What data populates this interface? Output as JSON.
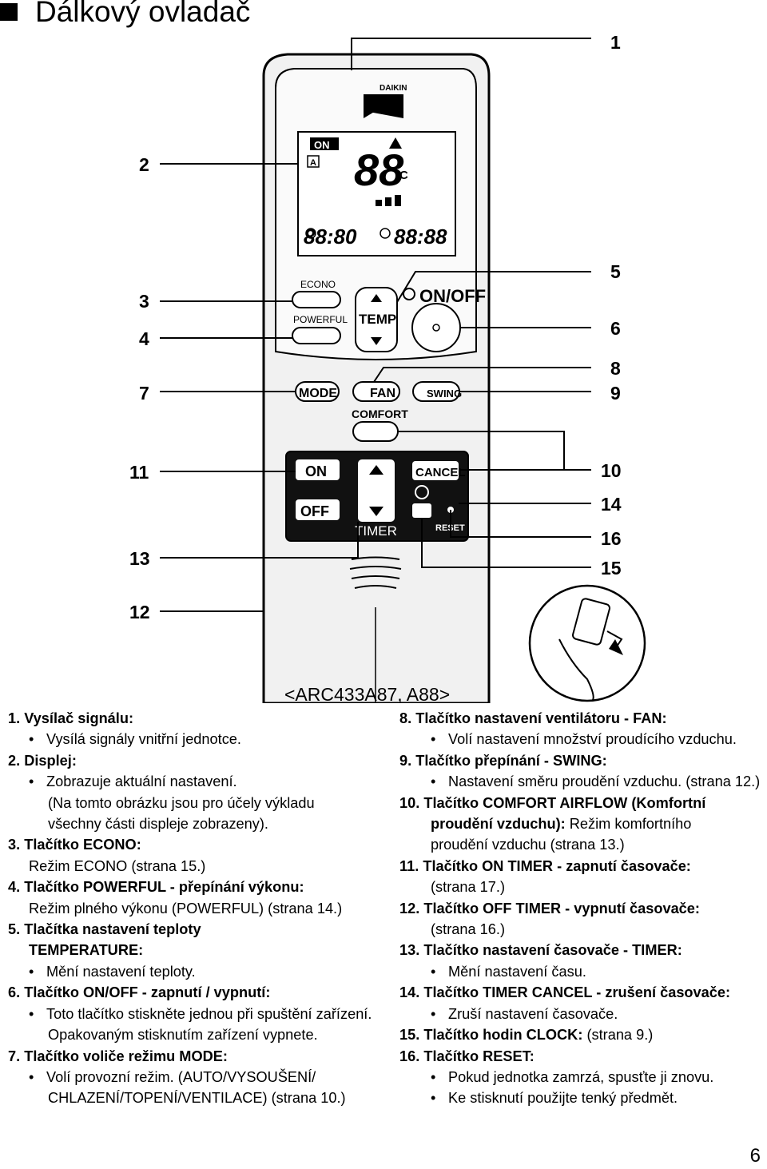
{
  "title": "Dálkový ovladač",
  "model": "<ARC433A87, A88>",
  "page_number": "6",
  "callouts": [
    "1",
    "2",
    "3",
    "4",
    "5",
    "6",
    "7",
    "8",
    "9",
    "10",
    "11",
    "12",
    "13",
    "14",
    "15",
    "16"
  ],
  "remote": {
    "brand": "DAIKIN",
    "display": {
      "on_label": "ON",
      "temp_digits": "88",
      "unit": "°C",
      "mode_a": "A",
      "timer_digits_left": "88:80",
      "timer_digits_right": "88:88"
    },
    "buttons": {
      "econo": "ECONO",
      "powerful": "POWERFUL",
      "temp": "TEMP",
      "on_off": "ON/OFF",
      "mode": "MODE",
      "fan": "FAN",
      "swing": "SWING",
      "comfort": "COMFORT",
      "timer_on": "ON",
      "timer_off": "OFF",
      "cancel": "CANCEL",
      "timer": "TIMER",
      "reset": "RESET"
    }
  },
  "left_items": [
    {
      "heading": "1. Vysílač signálu:",
      "lines": [
        {
          "bullet": true,
          "text": "Vysílá signály vnitřní jednotce."
        }
      ]
    },
    {
      "heading": "2. Displej:",
      "lines": [
        {
          "bullet": true,
          "text": "Zobrazuje aktuální nastavení."
        },
        {
          "bullet": false,
          "text": "(Na tomto obrázku jsou pro účely výkladu"
        },
        {
          "bullet": false,
          "text": "všechny části displeje zobrazeny)."
        }
      ]
    },
    {
      "heading": "3. Tlačítko ECONO:",
      "lines": [
        {
          "bullet": false,
          "text": "Režim ECONO (strana 15.)",
          "flush": true
        }
      ]
    },
    {
      "heading": "4. Tlačítko POWERFUL - přepínání výkonu:",
      "lines": [
        {
          "bullet": false,
          "text": "Režim plného výkonu (POWERFUL) (strana 14.)",
          "flush": true
        }
      ]
    },
    {
      "heading": "5. Tlačítka nastavení teploty",
      "lines": [
        {
          "bullet": false,
          "text": "TEMPERATURE:",
          "flush": true,
          "bold": true
        },
        {
          "bullet": true,
          "text": "Mění nastavení teploty."
        }
      ]
    },
    {
      "heading": "6. Tlačítko ON/OFF - zapnutí / vypnutí:",
      "lines": [
        {
          "bullet": true,
          "text": "Toto tlačítko stiskněte jednou při spuštění zařízení."
        },
        {
          "bullet": false,
          "text": "Opakovaným stisknutím zařízení vypnete."
        }
      ]
    },
    {
      "heading": "7. Tlačítko voliče režimu MODE:",
      "lines": [
        {
          "bullet": true,
          "text": "Volí provozní režim. (AUTO/VYSOUŠENÍ/"
        },
        {
          "bullet": false,
          "text": "CHLAZENÍ/TOPENÍ/VENTILACE) (strana 10.)"
        }
      ]
    }
  ],
  "right_items": [
    {
      "heading": "8. Tlačítko nastavení ventilátoru - FAN:",
      "lines": [
        {
          "bullet": true,
          "text": "Volí nastavení množství proudícího vzduchu."
        }
      ]
    },
    {
      "heading": "9. Tlačítko přepínání - SWING:",
      "lines": [
        {
          "bullet": true,
          "text": "Nastavení směru proudění vzduchu. (strana 12.)"
        }
      ]
    },
    {
      "heading": "10. Tlačítko COMFORT AIRFLOW (Komfortní",
      "lines": [
        {
          "bullet": false,
          "text": "proudění vzduchu): Režim komfortního",
          "bold_prefix": "proudění vzduchu):"
        },
        {
          "bullet": false,
          "text": "proudění vzduchu (strana 13.)"
        }
      ]
    },
    {
      "heading": "11. Tlačítko ON TIMER - zapnutí časovače:",
      "lines": [
        {
          "bullet": false,
          "text": "(strana 17.)"
        }
      ]
    },
    {
      "heading": "12. Tlačítko OFF TIMER - vypnutí časovače:",
      "lines": [
        {
          "bullet": false,
          "text": "(strana 16.)"
        }
      ]
    },
    {
      "heading": "13. Tlačítko nastavení časovače - TIMER:",
      "lines": [
        {
          "bullet": true,
          "text": "Mění nastavení času."
        }
      ]
    },
    {
      "heading": "14. Tlačítko TIMER CANCEL - zrušení časovače:",
      "lines": [
        {
          "bullet": true,
          "text": "Zruší nastavení časovače."
        }
      ]
    },
    {
      "heading": "15. Tlačítko hodin CLOCK:",
      "tail": " (strana 9.)",
      "lines": []
    },
    {
      "heading": "16. Tlačítko RESET:",
      "lines": [
        {
          "bullet": true,
          "text": "Pokud jednotka zamrzá, spusťte ji znovu."
        },
        {
          "bullet": true,
          "text": "Ke stisknutí použijte tenký předmět."
        }
      ]
    }
  ]
}
